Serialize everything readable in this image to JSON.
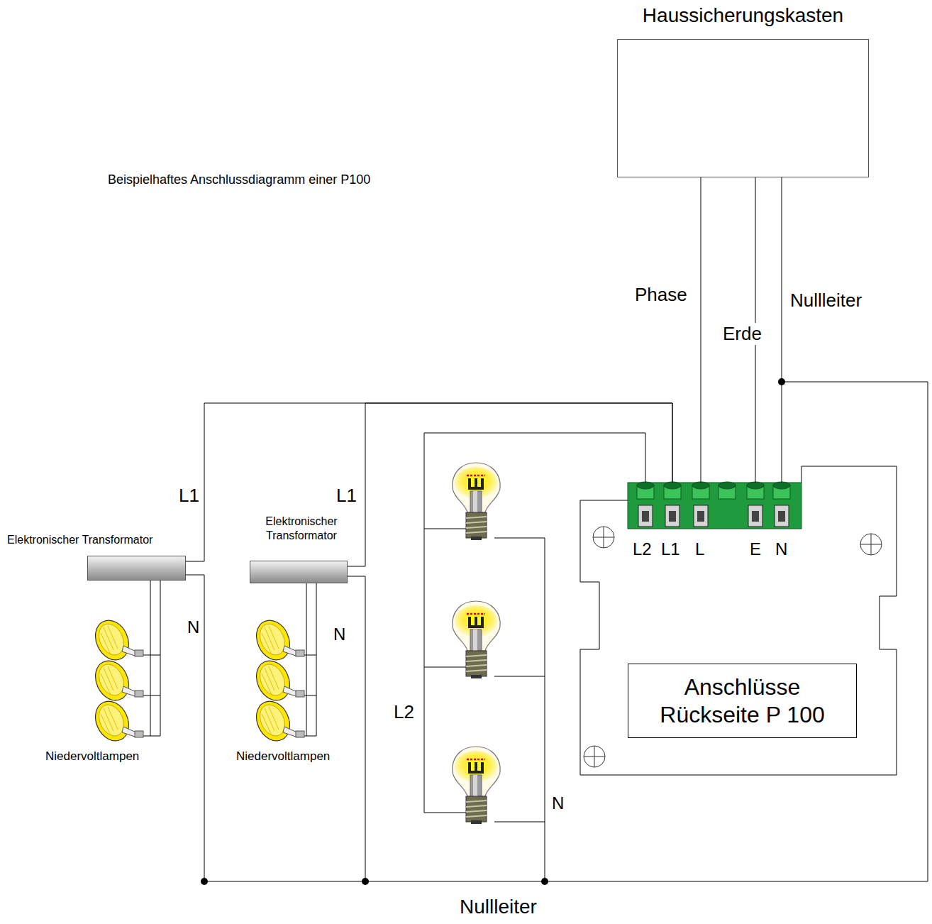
{
  "diagram": {
    "title": "Beispielhaftes Anschlussdiagramm einer P100",
    "nodes": [
      {
        "text": [
          "Haussicherungskasten"
        ]
      },
      {
        "text": [
          "Elektronischer Transformator"
        ]
      },
      {
        "text": [
          "Elektronischer Transformator"
        ]
      },
      {
        "text": [
          "L2",
          "L1",
          "L",
          "E",
          "N"
        ]
      },
      {
        "text": [
          "Anschlüsse Rückseite P 100"
        ]
      }
    ],
    "edges": [
      {
        "from": 0,
        "to": 3,
        "arrow": "none",
        "label": "Phase"
      },
      {
        "from": 0,
        "to": 3,
        "arrow": "none",
        "label": "Erde"
      },
      {
        "from": 0,
        "to": 3,
        "arrow": "none",
        "label": "Nullleiter"
      },
      {
        "from": 3,
        "to": 1,
        "arrow": "none",
        "label": "L1"
      },
      {
        "from": 3,
        "to": 2,
        "arrow": "none",
        "label": "L1"
      }
    ],
    "labels": [
      "L2",
      "N",
      "N",
      "N",
      "Niedervoltlampen",
      "Niedervoltlampen",
      "Nullleiter"
    ]
  }
}
